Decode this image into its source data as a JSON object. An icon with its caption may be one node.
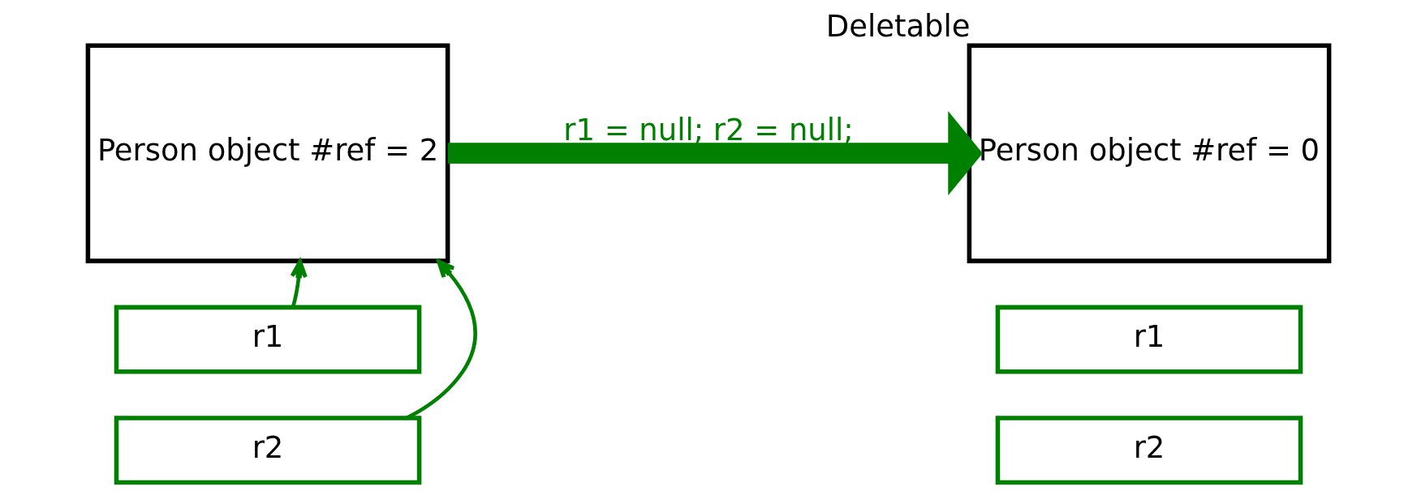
{
  "diagram": {
    "nodes": [
      {
        "text": [
          "Person object #ref = 2"
        ]
      },
      {
        "text": [
          "r1"
        ]
      },
      {
        "text": [
          "r2"
        ]
      },
      {
        "text": [
          "Person object #ref = 0"
        ],
        "beside": [
          "Deletable"
        ]
      },
      {
        "text": [
          "r1"
        ]
      },
      {
        "text": [
          "r2"
        ]
      }
    ],
    "edges": [
      {
        "from": 1,
        "to": 0,
        "arrow": "to",
        "color": "#008000"
      },
      {
        "from": 2,
        "to": 0,
        "arrow": "to",
        "color": "#008000"
      },
      {
        "from": 0,
        "to": 3,
        "arrow": "to",
        "style": "thick",
        "color": "#008000",
        "label": "r1 = null; r2 = null;"
      }
    ]
  }
}
